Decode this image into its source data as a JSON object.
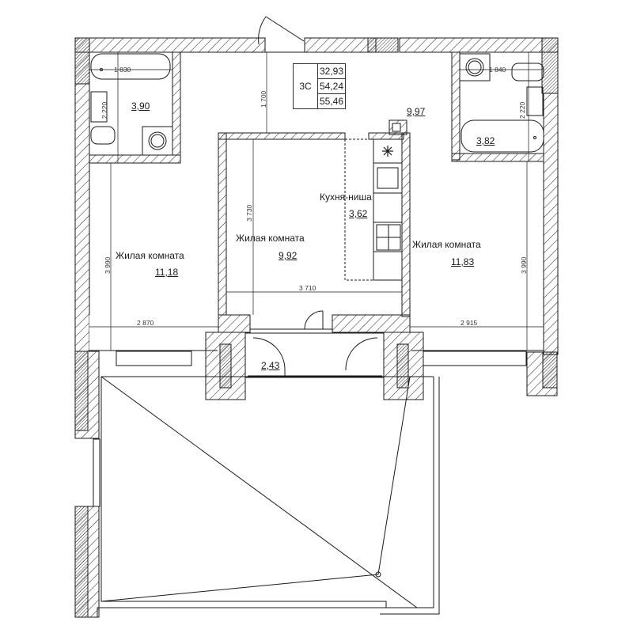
{
  "apartment": {
    "type": "3С",
    "living_area": "32,93",
    "total_area": "54,24",
    "total_area_with_balcony": "55,46"
  },
  "rooms": [
    {
      "id": "bath-left",
      "name": "",
      "area": "3,90"
    },
    {
      "id": "bath-right",
      "name": "",
      "area": "3,82"
    },
    {
      "id": "corridor",
      "name": "",
      "area": "9,97"
    },
    {
      "id": "living-left",
      "name": "Жилая комната",
      "area": "11,18"
    },
    {
      "id": "living-center",
      "name": "Жилая комната",
      "area": "9,92"
    },
    {
      "id": "kitchen-niche",
      "name": "Кухня-ниша",
      "area": "3,62"
    },
    {
      "id": "living-right",
      "name": "Жилая комната",
      "area": "11,83"
    },
    {
      "id": "balcony",
      "name": "",
      "area": "2,43"
    }
  ],
  "dimensions": {
    "bath_left_width": "1 830",
    "bath_left_depth": "2 220",
    "corridor_depth": "1 700",
    "bath_right_width": "1 840",
    "bath_right_depth": "2 220",
    "living_left_height": "3 990",
    "living_left_width": "2 870",
    "living_center_height": "3 730",
    "living_center_width": "3 710",
    "living_right_height": "3 990",
    "living_right_width": "2 915"
  },
  "colors": {
    "line": "#1a1a1a",
    "hatch": "#333333",
    "background": "#ffffff"
  }
}
